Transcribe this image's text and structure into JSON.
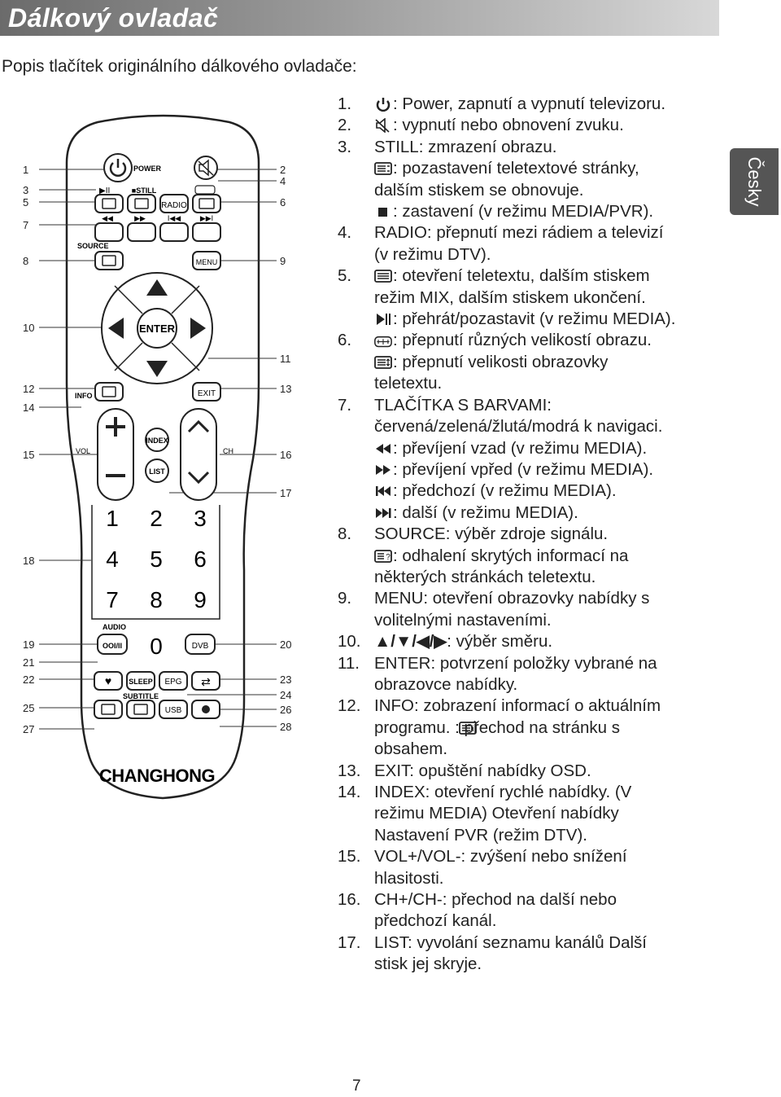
{
  "header": {
    "title": "Dálkový ovladač"
  },
  "intro": "Popis tlačítek originálního dálkového ovladače:",
  "lang_tab": "Česky",
  "page_number": "7",
  "remote": {
    "brand": "CHANGHONG",
    "left_callouts": [
      "1",
      "3",
      "5",
      "7",
      "8",
      "10",
      "12",
      "14",
      "15",
      "18",
      "19",
      "21",
      "22",
      "25",
      "27"
    ],
    "right_callouts": [
      "2",
      "4",
      "6",
      "9",
      "11",
      "13",
      "16",
      "17",
      "20",
      "23",
      "24",
      "26",
      "28"
    ],
    "labels": {
      "power": "POWER",
      "still": "■STILL",
      "radio": "RADIO",
      "source": "SOURCE",
      "menu": "MENU",
      "enter": "ENTER",
      "info": "INFO",
      "exit": "EXIT",
      "index": "INDEX",
      "list": "LIST",
      "vol": "VOL",
      "ch": "CH",
      "audio": "AUDIO",
      "dvb": "DVB",
      "sleep": "SLEEP",
      "epg": "EPG",
      "subtitle": "SUBTITLE",
      "usb": "USB"
    },
    "digits": [
      "1",
      "2",
      "3",
      "4",
      "5",
      "6",
      "7",
      "8",
      "9",
      "0"
    ]
  },
  "descriptions": [
    {
      "num": "1.",
      "icon": "power-icon",
      "text": ": Power, zapnutí a vypnutí televizoru."
    },
    {
      "num": "2.",
      "icon": "mute-icon",
      "text": ": vypnutí nebo obnovení zvuku."
    },
    {
      "num": "3.",
      "icon": "",
      "text": "STILL: zmrazení obrazu."
    },
    {
      "num": "",
      "icon": "teletext-hold-icon",
      "text": ": pozastavení teletextové stránky,"
    },
    {
      "num": "",
      "icon": "",
      "text": "dalším stiskem se obnovuje."
    },
    {
      "num": "",
      "icon": "stop-icon",
      "text": ": zastavení (v režimu MEDIA/PVR)."
    },
    {
      "num": "4.",
      "icon": "",
      "text": "RADIO: přepnutí mezi rádiem a televizí"
    },
    {
      "num": "",
      "icon": "",
      "text": "(v režimu DTV)."
    },
    {
      "num": "5.",
      "icon": "teletext-icon",
      "text": ": otevření teletextu, dalším stiskem"
    },
    {
      "num": "",
      "icon": "",
      "text": "režim MIX, dalším stiskem ukončení."
    },
    {
      "num": "",
      "icon": "play-pause-icon",
      "text": ": přehrát/pozastavit (v režimu MEDIA)."
    },
    {
      "num": "6.",
      "icon": "aspect-icon",
      "text": ": přepnutí různých velikostí obrazu."
    },
    {
      "num": "",
      "icon": "teletext-size-icon",
      "text": ": přepnutí velikosti obrazovky"
    },
    {
      "num": "",
      "icon": "",
      "text": "teletextu."
    },
    {
      "num": "7.",
      "icon": "",
      "text": "TLAČÍTKA S BARVAMI:"
    },
    {
      "num": "",
      "icon": "",
      "text": "červená/zelená/žlutá/modrá k navigaci."
    },
    {
      "num": "",
      "icon": "rewind-icon",
      "text": ": převíjení vzad (v režimu MEDIA)."
    },
    {
      "num": "",
      "icon": "fast-forward-icon",
      "text": ": převíjení vpřed (v režimu MEDIA)."
    },
    {
      "num": "",
      "icon": "previous-icon",
      "text": ": předchozí (v režimu  MEDIA)."
    },
    {
      "num": "",
      "icon": "next-icon",
      "text": ": další (v režimu MEDIA)."
    },
    {
      "num": "8.",
      "icon": "",
      "text": "SOURCE: výběr zdroje signálu."
    },
    {
      "num": "",
      "icon": "reveal-icon",
      "text": ": odhalení skrytých informací na"
    },
    {
      "num": "",
      "icon": "",
      "text": "některých stránkách teletextu."
    },
    {
      "num": "9.",
      "icon": "",
      "text": "MENU: otevření obrazovky nabídky s"
    },
    {
      "num": "",
      "icon": "",
      "text": "volitelnými nastaveními."
    },
    {
      "num": "10.",
      "icon": "arrows-icon",
      "text": ": výběr směru."
    },
    {
      "num": "11.",
      "icon": "",
      "text": "ENTER: potvrzení položky vybrané na"
    },
    {
      "num": "",
      "icon": "",
      "text": "obrazovce nabídky."
    },
    {
      "num": "12.",
      "icon": "",
      "text": "INFO: zobrazení informací o aktuálním"
    },
    {
      "num": "",
      "icon": "index-page-icon",
      "text": "programu.      : přechod na stránku s"
    },
    {
      "num": "",
      "icon": "",
      "text": "obsahem."
    },
    {
      "num": "13.",
      "icon": "",
      "text": "EXIT: opuštění nabídky OSD."
    },
    {
      "num": "14.",
      "icon": "",
      "text": "INDEX: otevření rychlé nabídky. (V"
    },
    {
      "num": "",
      "icon": "",
      "text": "režimu MEDIA) Otevření nabídky"
    },
    {
      "num": "",
      "icon": "",
      "text": "Nastavení PVR (režim DTV)."
    },
    {
      "num": "15.",
      "icon": "",
      "text": "VOL+/VOL-: zvýšení nebo snížení"
    },
    {
      "num": "",
      "icon": "",
      "text": "hlasitosti."
    },
    {
      "num": "16.",
      "icon": "",
      "text": "CH+/CH-: přechod na další nebo"
    },
    {
      "num": "",
      "icon": "",
      "text": "předchozí kanál."
    },
    {
      "num": "17.",
      "icon": "",
      "text": "LIST: vyvolání seznamu kanálů Další"
    },
    {
      "num": "",
      "icon": "",
      "text": "stisk jej skryje."
    }
  ]
}
